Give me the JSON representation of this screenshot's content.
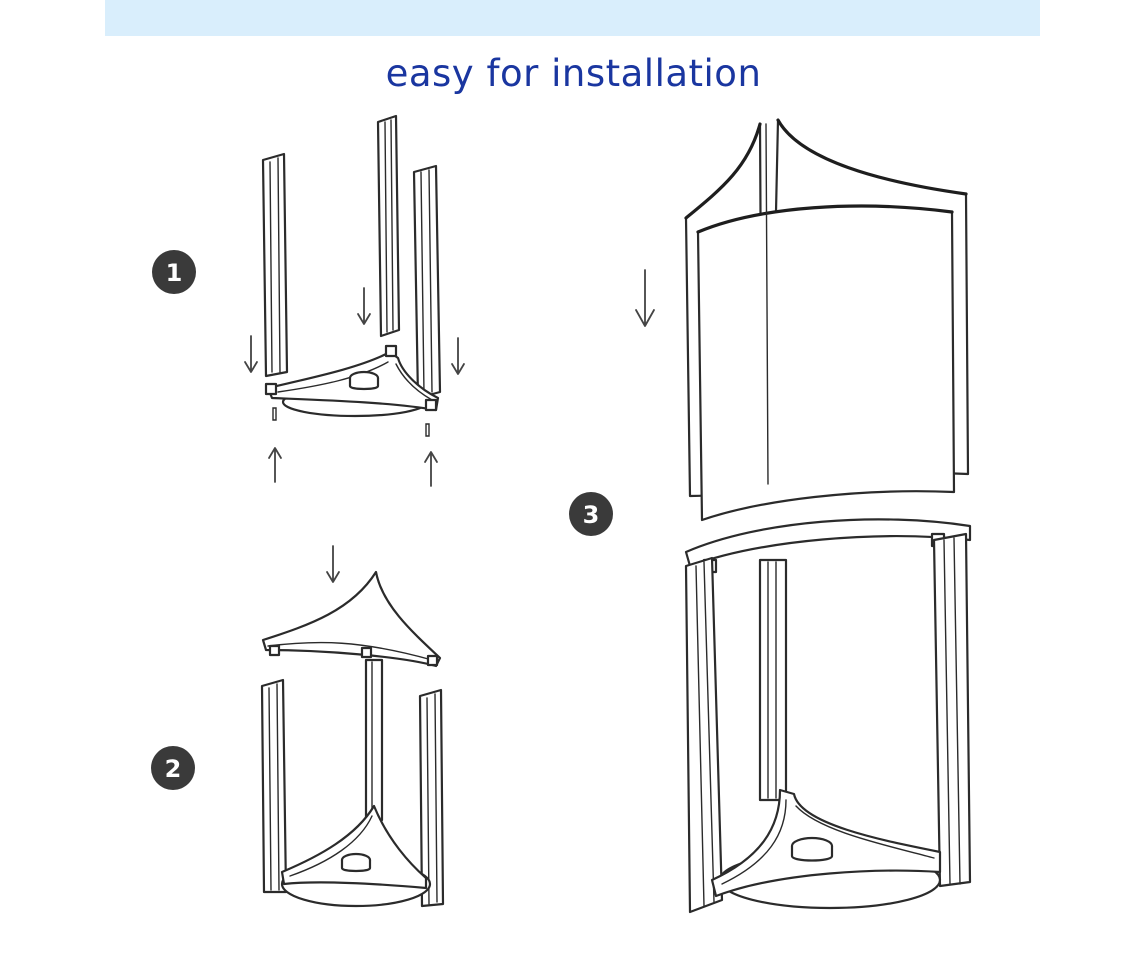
{
  "header": {
    "title": "easy for installation",
    "title_color": "#1a36a0",
    "band_color": "#d9eefc"
  },
  "steps": [
    {
      "label": "1",
      "icon": "step-number-badge"
    },
    {
      "label": "2",
      "icon": "step-number-badge"
    },
    {
      "label": "3",
      "icon": "step-number-badge"
    }
  ],
  "illustrations": {
    "step1": "three-poles-into-triangular-base",
    "step2": "top-cap-onto-poles",
    "step3": "curved-poster-panels-into-frame"
  }
}
